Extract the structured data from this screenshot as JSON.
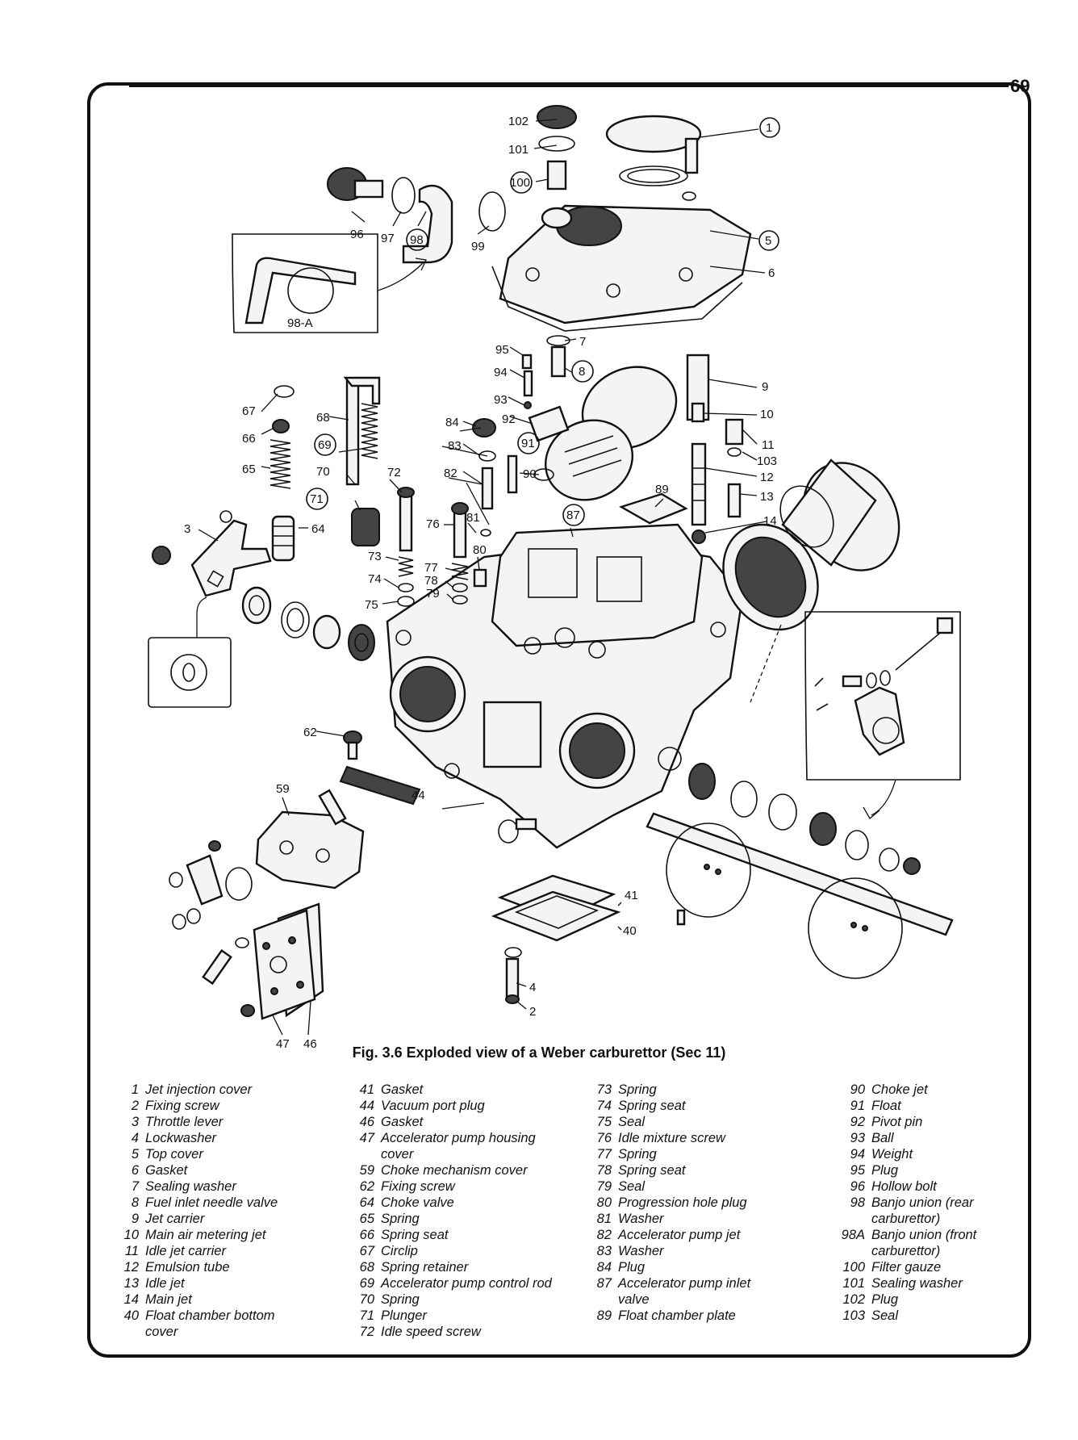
{
  "page_number": "69",
  "caption": "Fig. 3.6 Exploded view of a Weber carburettor (Sec 11)",
  "callouts": [
    "1",
    "2",
    "3",
    "4",
    "5",
    "6",
    "7",
    "8",
    "9",
    "10",
    "11",
    "12",
    "13",
    "14",
    "40",
    "41",
    "44",
    "46",
    "47",
    "59",
    "62",
    "64",
    "65",
    "66",
    "67",
    "68",
    "69",
    "70",
    "71",
    "72",
    "73",
    "74",
    "75",
    "76",
    "77",
    "78",
    "79",
    "80",
    "81",
    "82",
    "83",
    "84",
    "87",
    "89",
    "90",
    "91",
    "92",
    "93",
    "94",
    "95",
    "96",
    "97",
    "98",
    "98-A",
    "99",
    "100",
    "101",
    "102",
    "103"
  ],
  "legend": [
    [
      {
        "n": "1",
        "t": "Jet injection cover"
      },
      {
        "n": "2",
        "t": "Fixing screw"
      },
      {
        "n": "3",
        "t": "Throttle lever"
      },
      {
        "n": "4",
        "t": "Lockwasher"
      },
      {
        "n": "5",
        "t": "Top cover"
      },
      {
        "n": "6",
        "t": "Gasket"
      },
      {
        "n": "7",
        "t": "Sealing washer"
      },
      {
        "n": "8",
        "t": "Fuel inlet needle valve"
      },
      {
        "n": "9",
        "t": "Jet carrier"
      },
      {
        "n": "10",
        "t": "Main air metering jet"
      },
      {
        "n": "11",
        "t": "Idle jet carrier"
      },
      {
        "n": "12",
        "t": "Emulsion tube"
      },
      {
        "n": "13",
        "t": "Idle jet"
      },
      {
        "n": "14",
        "t": "Main jet"
      },
      {
        "n": "40",
        "t": "Float chamber bottom"
      },
      {
        "n": "",
        "t": "cover"
      }
    ],
    [
      {
        "n": "41",
        "t": "Gasket"
      },
      {
        "n": "44",
        "t": "Vacuum port plug"
      },
      {
        "n": "46",
        "t": "Gasket"
      },
      {
        "n": "47",
        "t": "Accelerator pump housing"
      },
      {
        "n": "",
        "t": "cover"
      },
      {
        "n": "59",
        "t": "Choke mechanism cover"
      },
      {
        "n": "62",
        "t": "Fixing screw"
      },
      {
        "n": "64",
        "t": "Choke valve"
      },
      {
        "n": "65",
        "t": "Spring"
      },
      {
        "n": "66",
        "t": "Spring seat"
      },
      {
        "n": "67",
        "t": "Circlip"
      },
      {
        "n": "68",
        "t": "Spring retainer"
      },
      {
        "n": "69",
        "t": "Accelerator pump control rod"
      },
      {
        "n": "70",
        "t": "Spring"
      },
      {
        "n": "71",
        "t": "Plunger"
      },
      {
        "n": "72",
        "t": "Idle speed screw"
      }
    ],
    [
      {
        "n": "73",
        "t": "Spring"
      },
      {
        "n": "74",
        "t": "Spring seat"
      },
      {
        "n": "75",
        "t": "Seal"
      },
      {
        "n": "76",
        "t": "Idle mixture screw"
      },
      {
        "n": "77",
        "t": "Spring"
      },
      {
        "n": "78",
        "t": "Spring seat"
      },
      {
        "n": "79",
        "t": "Seal"
      },
      {
        "n": "80",
        "t": "Progression hole plug"
      },
      {
        "n": "81",
        "t": "Washer"
      },
      {
        "n": "82",
        "t": "Accelerator pump jet"
      },
      {
        "n": "83",
        "t": "Washer"
      },
      {
        "n": "84",
        "t": "Plug"
      },
      {
        "n": "87",
        "t": "Accelerator pump inlet"
      },
      {
        "n": "",
        "t": "valve"
      },
      {
        "n": "89",
        "t": "Float chamber plate"
      }
    ],
    [
      {
        "n": "90",
        "t": "Choke jet"
      },
      {
        "n": "91",
        "t": "Float"
      },
      {
        "n": "92",
        "t": "Pivot pin"
      },
      {
        "n": "93",
        "t": "Ball"
      },
      {
        "n": "94",
        "t": "Weight"
      },
      {
        "n": "95",
        "t": "Plug"
      },
      {
        "n": "96",
        "t": "Hollow bolt"
      },
      {
        "n": "98",
        "t": "Banjo union (rear"
      },
      {
        "n": "",
        "t": "carburettor)"
      },
      {
        "n": "98A",
        "t": "Banjo union (front"
      },
      {
        "n": "",
        "t": "carburettor)"
      },
      {
        "n": "100",
        "t": "Filter gauze"
      },
      {
        "n": "101",
        "t": "Sealing washer"
      },
      {
        "n": "102",
        "t": "Plug"
      },
      {
        "n": "103",
        "t": "Seal"
      }
    ]
  ]
}
